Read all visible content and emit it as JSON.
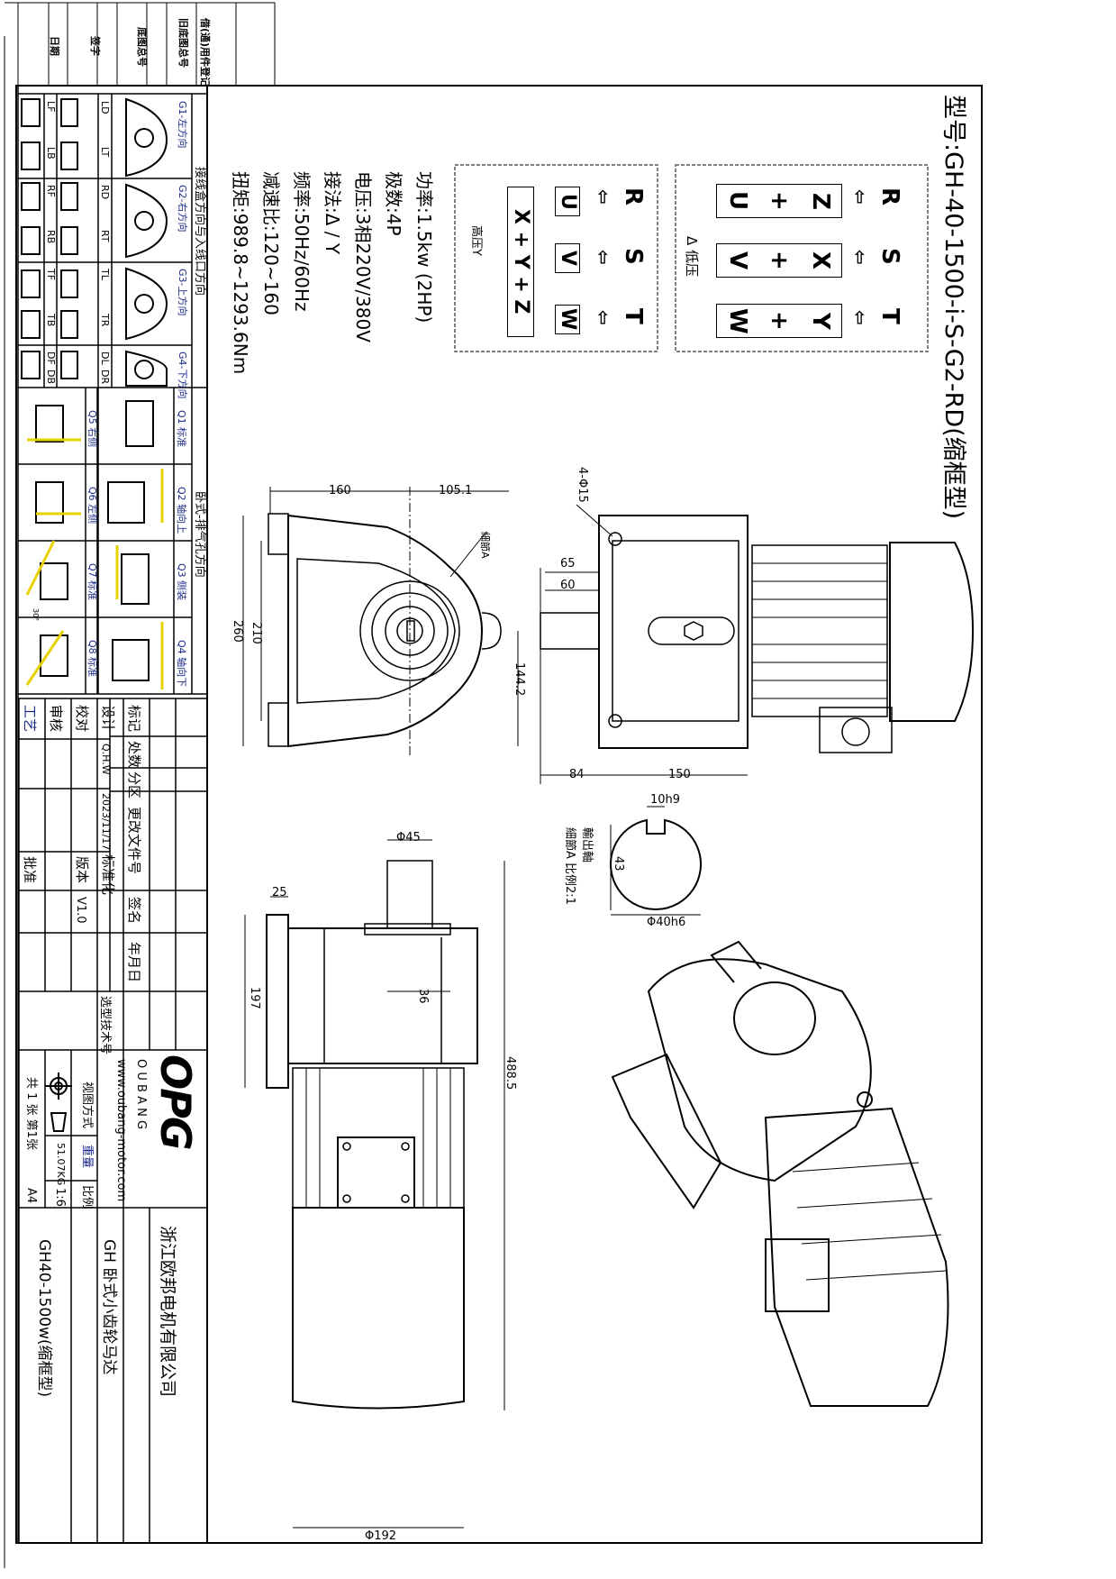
{
  "model_title": "型号:GH-40-1500-i-S-G2-RD(缩框型)",
  "specs": [
    "功率:1.5kw  (2HP)",
    "极数:4P",
    "电压:3相220V/380V",
    "接法:Δ / Y",
    "频率:50Hz/60Hz",
    "减速比:120~160",
    "扭矩:989.8~1293.6Nm"
  ],
  "wiring": {
    "low": {
      "label": "Δ 低压",
      "terminals": [
        "R",
        "S",
        "T"
      ],
      "pairs": [
        [
          "U",
          "+",
          "Z"
        ],
        [
          "V",
          "+",
          "X"
        ],
        [
          "W",
          "+",
          "Y"
        ]
      ]
    },
    "high": {
      "label": "高压Y",
      "terminals": [
        "R",
        "S",
        "T"
      ],
      "singles": [
        "U",
        "V",
        "W"
      ],
      "star": "X + Y + Z"
    },
    "arrow": "⇦"
  },
  "revision_strip": [
    "借(通)用件登记",
    "旧底图总号",
    "底图总号",
    "签字",
    "日期"
  ],
  "orientation": {
    "header_junction": "接线盒方向与入线口方向",
    "header_vent": "卧式-排气孔方向",
    "g_groups": [
      {
        "label": "G1-左方向",
        "codes": [
          "LD",
          "LT",
          "LF",
          "LB"
        ]
      },
      {
        "label": "G2-右方向",
        "codes": [
          "RD",
          "RT",
          "RF",
          "RB"
        ]
      },
      {
        "label": "G3-上方向",
        "codes": [
          "TL",
          "TR",
          "TF",
          "TB"
        ]
      },
      {
        "label": "G4-下方向",
        "codes": [
          "DL",
          "DR",
          "DF",
          "DB"
        ]
      }
    ],
    "q_items": [
      {
        "top": "Q1 标准",
        "bottom": "Q5 右侧"
      },
      {
        "top": "Q2 轴向上",
        "bottom": "Q6 左侧"
      },
      {
        "top": "Q3 侧装",
        "bottom": "Q7 标准"
      },
      {
        "top": "Q4 轴向下",
        "bottom": "Q8 标准"
      }
    ],
    "angle": "30°"
  },
  "title_block": {
    "mark": "标记",
    "count": "处数",
    "zone": "分区",
    "change_doc": "更改文件号",
    "sign": "签名",
    "date": "年月日",
    "design": "设计",
    "check": "校对",
    "review": "审核",
    "process": "工艺",
    "designer": "Q.H.W",
    "design_date": "2023/11/17",
    "standardize": "标准化",
    "version_label": "版本",
    "version": "V1.0",
    "approve": "批准",
    "selection_no": "选型技术号",
    "logo": "OPG",
    "brand": "O U B A N G",
    "website": "www.oubang-motor.com",
    "view_method": "视图方式",
    "weight_label": "重量",
    "weight": "51.07KG",
    "scale_label": "比例",
    "scale": "1:6",
    "sheets": "共 1 张 第1张",
    "paper": "A4",
    "company": "浙江欧邦电机有限公司",
    "product": "GH 卧式小齿轮马达",
    "drawing_name": "GH40-1500w(缩框型)"
  },
  "dimensions": {
    "d160": "160",
    "d105": "105.1",
    "holes": "4-Φ15",
    "detailA": "細節A",
    "d65": "65",
    "d60": "60",
    "d260": "260",
    "d210": "210",
    "d144": "144.2",
    "d84": "84",
    "d150": "150",
    "key": "10h9",
    "d43": "43",
    "shaft": "Φ40h6",
    "shaft_label": "輸出軸",
    "detail_scale": "細節A 比例2:1",
    "phi45": "Φ45",
    "d25": "25",
    "d197": "197",
    "d36": "36",
    "d488": "488.5",
    "phi192": "Φ192"
  }
}
